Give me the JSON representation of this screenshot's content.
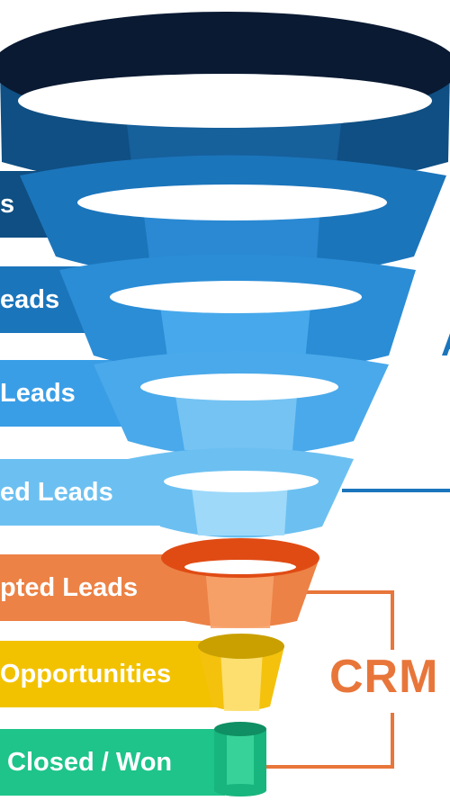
{
  "stages": [
    {
      "label": "s",
      "color": "#0f4f83",
      "dark": "#0b3b62"
    },
    {
      "label": "eads",
      "color": "#1b75bb",
      "dark": "#135a91"
    },
    {
      "label": "Leads",
      "color": "#3a9ee6",
      "dark": "#2a7fbd"
    },
    {
      "label": "ed Leads",
      "color": "#6cc0f1",
      "dark": "#4fa3d6"
    },
    {
      "label": "pted Leads",
      "color": "#ec8246",
      "dark": "#c9672f"
    },
    {
      "label": "Opportunities",
      "color": "#f2c200",
      "dark": "#c89f00"
    },
    {
      "label": "Closed / Won",
      "color": "#1ec48a",
      "dark": "#139a6a"
    }
  ],
  "crm_label": "CRM",
  "partial_right_label": "A",
  "colors": {
    "crm_orange": "#e8763a",
    "connector_blue": "#1b75bb",
    "funnel_top_dark": "#0a1a33"
  }
}
